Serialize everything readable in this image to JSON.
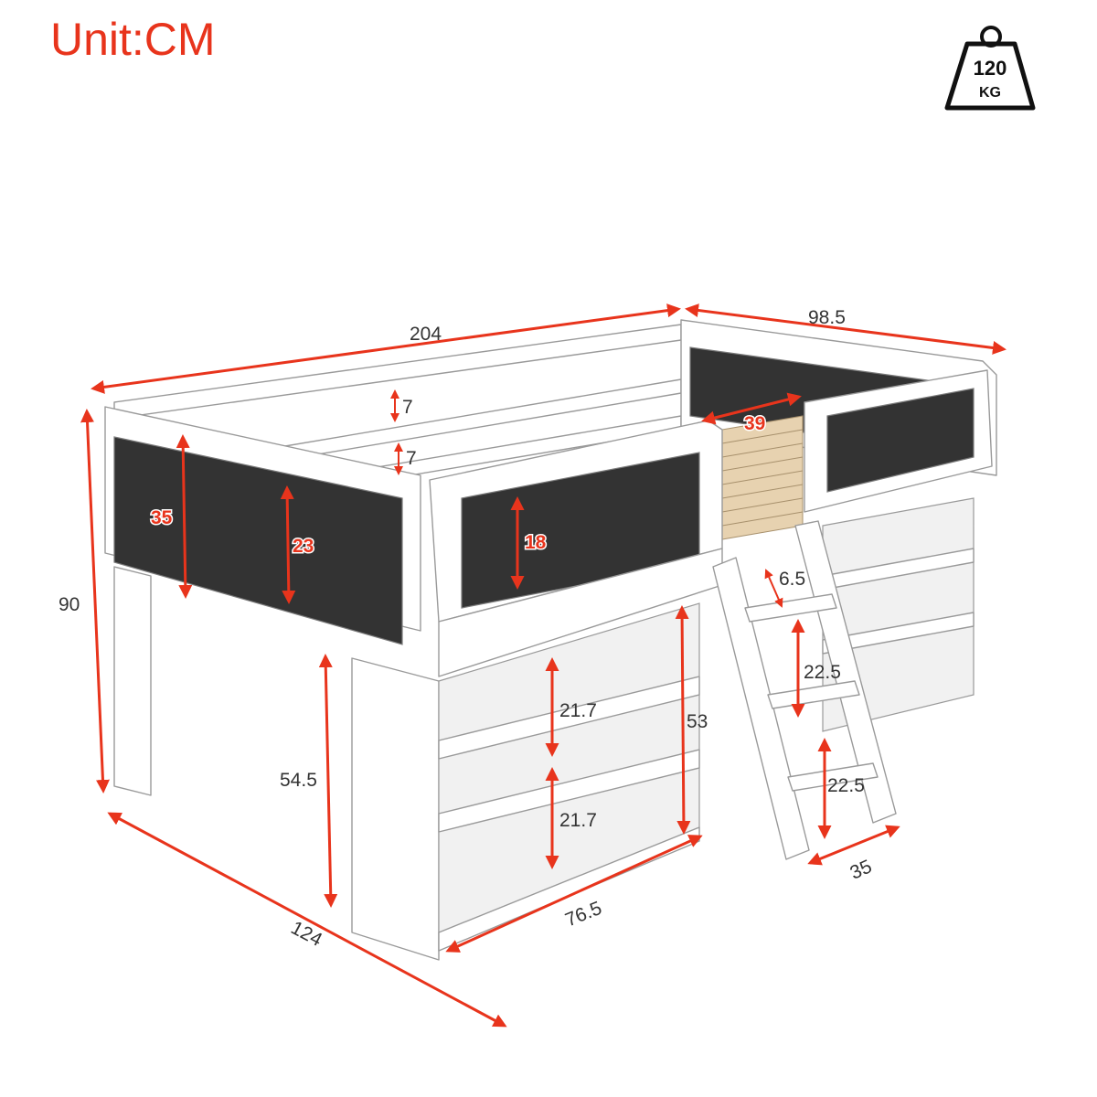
{
  "unit_label": "Unit:CM",
  "weight_icon": {
    "icon": "weight-icon",
    "capacity": "120",
    "unit": "KG"
  },
  "colors": {
    "accent": "#e8341c",
    "panel": "#333333",
    "frame": "#ffffff",
    "slats": "#e7d2b0"
  },
  "dimensions": {
    "length": "204",
    "width": "98.5",
    "height": "90",
    "depth": "124",
    "rail_gap_upper": "7",
    "rail_gap_lower": "7",
    "ladder_opening": "39",
    "panel_left_end": "35",
    "panel_front_a": "23",
    "panel_front_b": "18",
    "ladder_top_step": "6.5",
    "ladder_step_a": "22.5",
    "ladder_step_b": "22.5",
    "ladder_width": "35",
    "clearance": "54.5",
    "shelf_upper": "21.7",
    "shelf_lower": "21.7",
    "bookcase_height": "53",
    "bookcase_width": "76.5"
  }
}
